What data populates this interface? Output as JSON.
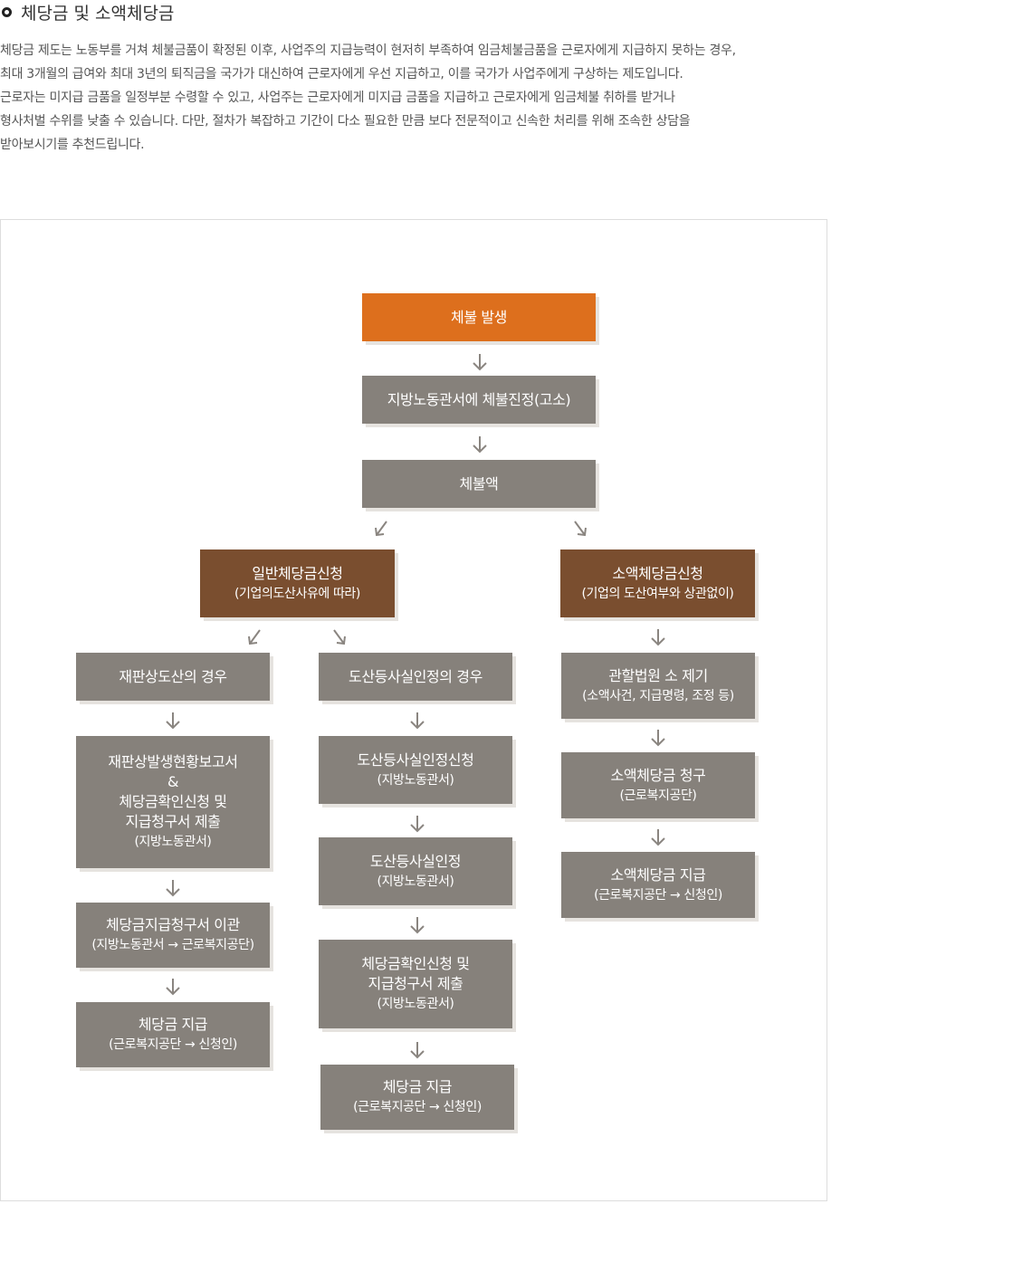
{
  "heading": "체당금 및 소액체당금",
  "intro": [
    "체당금 제도는 노동부를 거쳐 체불금품이 확정된 이후, 사업주의 지급능력이 현저히 부족하여 임금체불금품을 근로자에게 지급하지 못하는 경우,",
    "최대 3개월의 급여와 최대 3년의 퇴직금을 국가가 대신하여 근로자에게 우선 지급하고, 이를 국가가 사업주에게 구상하는 제도입니다.",
    "근로자는 미지급 금품을 일정부분 수령할 수 있고, 사업주는 근로자에게 미지급 금품을 지급하고 근로자에게 임금체불 취하를 받거나",
    "형사처벌 수위를 낮출 수 있습니다. 다만, 절차가 복잡하고 기간이 다소 필요한 만큼 보다 전문적이고 신속한 처리를 위해 조속한 상담을",
    "받아보시기를 추천드립니다."
  ],
  "flow": {
    "start": {
      "title": "체불 발생"
    },
    "complaint": {
      "title": "지방노동관서에 체불진정(고소)"
    },
    "amount": {
      "title": "체불액"
    },
    "general": {
      "title": "일반체당금신청",
      "sub": "(기업의도산사유에 따라)"
    },
    "small": {
      "title": "소액체당금신청",
      "sub": "(기업의 도산여부와 상관없이)"
    },
    "court": {
      "title": "재판상도산의 경우",
      "steps": [
        {
          "lines": [
            "재판상발생현황보고서",
            "&",
            "체당금확인신청 및",
            "지급청구서 제출"
          ],
          "sub": "(지방노동관서)"
        },
        {
          "lines": [
            "체당금지급청구서 이관"
          ],
          "sub": "(지방노동관서 → 근로복지공단)"
        },
        {
          "lines": [
            "체당금 지급"
          ],
          "sub": "(근로복지공단 → 신청인)"
        }
      ]
    },
    "fact": {
      "title": "도산등사실인정의 경우",
      "steps": [
        {
          "lines": [
            "도산등사실인정신청"
          ],
          "sub": "(지방노동관서)"
        },
        {
          "lines": [
            "도산등사실인정"
          ],
          "sub": "(지방노동관서)"
        },
        {
          "lines": [
            "체당금확인신청 및",
            "지급청구서 제출"
          ],
          "sub": "(지방노동관서)"
        },
        {
          "lines": [
            "체당금 지급"
          ],
          "sub": "(근로복지공단 → 신청인)"
        }
      ]
    },
    "smallSteps": [
      {
        "lines": [
          "관할법원 소 제기"
        ],
        "sub": "(소액사건, 지급명령, 조정 등)"
      },
      {
        "lines": [
          "소액체당금 청구"
        ],
        "sub": "(근로복지공단)"
      },
      {
        "lines": [
          "소액체당금 지급"
        ],
        "sub": "(근로복지공단 → 신청인)"
      }
    ]
  },
  "colors": {
    "start": "#dd6f1d",
    "branch": "#7a4e2f",
    "step": "#86817b",
    "arrow": "#8a8580"
  }
}
